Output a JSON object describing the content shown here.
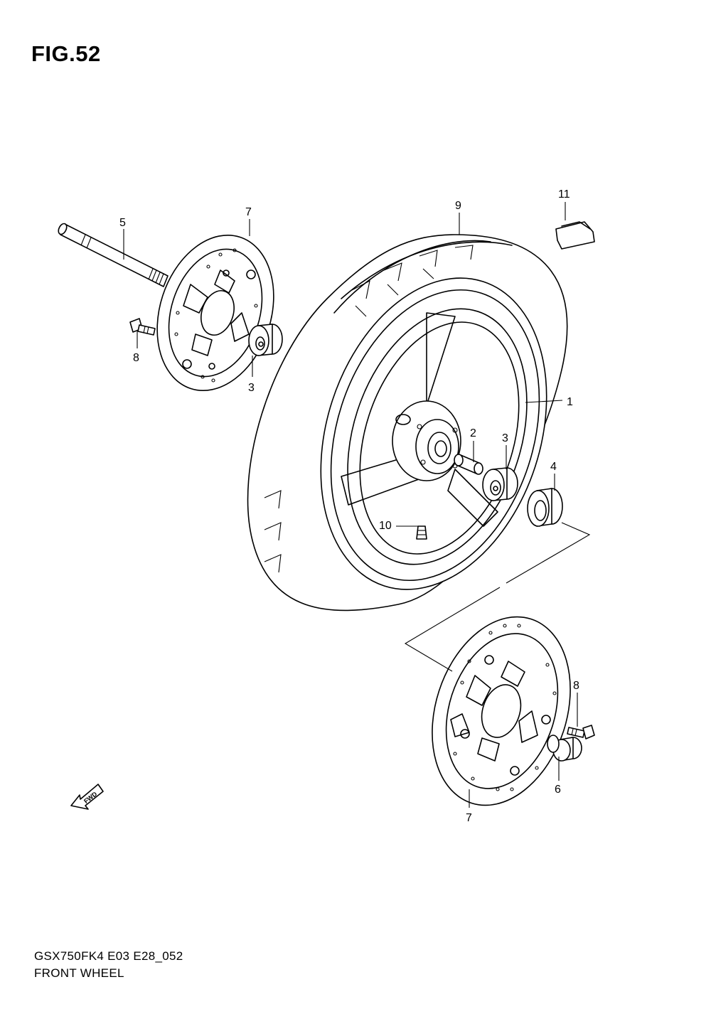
{
  "figure": {
    "title": "FIG.52"
  },
  "footer": {
    "model_code": "GSX750FK4 E03 E28_052",
    "section_name": "FRONT WHEEL"
  },
  "fwd_label": "FWD",
  "callouts": [
    {
      "id": "c1",
      "label": "1"
    },
    {
      "id": "c2",
      "label": "2"
    },
    {
      "id": "c3a",
      "label": "3"
    },
    {
      "id": "c3b",
      "label": "3"
    },
    {
      "id": "c4",
      "label": "4"
    },
    {
      "id": "c5",
      "label": "5"
    },
    {
      "id": "c6",
      "label": "6"
    },
    {
      "id": "c7a",
      "label": "7"
    },
    {
      "id": "c7b",
      "label": "7"
    },
    {
      "id": "c8a",
      "label": "8"
    },
    {
      "id": "c8b",
      "label": "8"
    },
    {
      "id": "c9",
      "label": "9"
    },
    {
      "id": "c10",
      "label": "10"
    },
    {
      "id": "c11",
      "label": "11"
    }
  ]
}
